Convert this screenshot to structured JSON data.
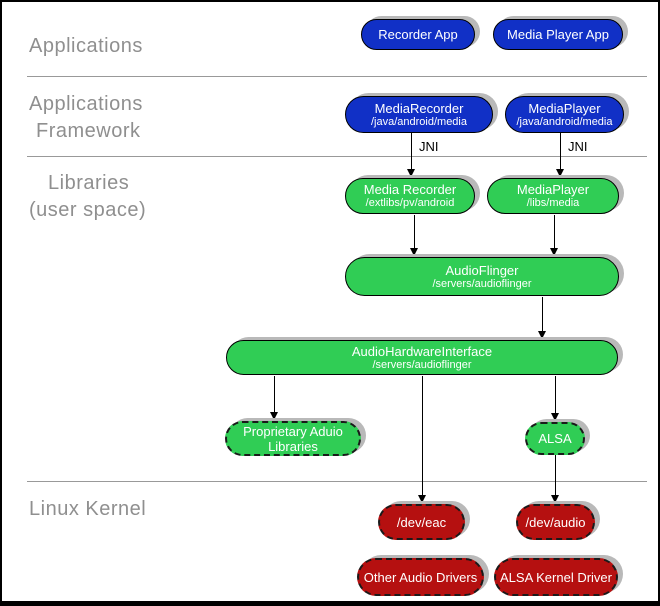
{
  "layers": {
    "applications": "Applications",
    "framework": [
      "Applications",
      "Framework"
    ],
    "libraries": [
      "Libraries",
      "(user space)"
    ],
    "kernel": "Linux Kernel"
  },
  "labels": {
    "jni": "JNI"
  },
  "nodes": {
    "recorder_app": {
      "title": "Recorder App"
    },
    "media_player_app": {
      "title": "Media Player App"
    },
    "media_recorder_fw": {
      "title": "MediaRecorder",
      "path": "/java/android/media"
    },
    "media_player_fw": {
      "title": "MediaPlayer",
      "path": "/java/android/media"
    },
    "media_recorder_lib": {
      "title": "Media Recorder",
      "path": "/extlibs/pv/android"
    },
    "media_player_lib": {
      "title": "MediaPlayer",
      "path": "/libs/media"
    },
    "audioflinger": {
      "title": "AudioFlinger",
      "path": "/servers/audioflinger"
    },
    "audio_hardware_interface": {
      "title": "AudioHardwareInterface",
      "path": "/servers/audioflinger"
    },
    "proprietary_audio_libs": {
      "title": "Proprietary Aduio Libraries"
    },
    "alsa": {
      "title": "ALSA"
    },
    "dev_eac": {
      "title": "/dev/eac"
    },
    "dev_audio": {
      "title": "/dev/audio"
    },
    "other_audio_drivers": {
      "title": "Other Audio Drivers"
    },
    "alsa_kernel_driver": {
      "title": "ALSA Kernel Driver"
    }
  },
  "colors": {
    "app_blue": "#1130c6",
    "lib_green": "#30cd55",
    "kernel_red": "#b51010",
    "shadow_gray": "#b9b9b9",
    "layer_label_gray": "#8f8f8f",
    "separator_gray": "#999999"
  }
}
